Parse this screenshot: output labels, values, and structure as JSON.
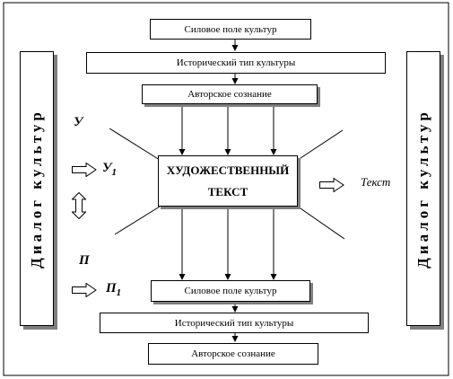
{
  "top": {
    "box1": "Силовое поле культур",
    "box2": "Исторический тип культуры",
    "box3": "Авторское сознание"
  },
  "bottom": {
    "box1": "Силовое поле культур",
    "box2": "Исторический тип культуры",
    "box3": "Авторское сознание"
  },
  "center": {
    "line1": "ХУДОЖЕСТВЕННЫЙ",
    "line2": "ТЕКСТ"
  },
  "left_panel": "Диалог культур",
  "right_panel": "Диалог культур",
  "labels": {
    "u": "У",
    "u1_main": "У",
    "u1_sub": "1",
    "p": "П",
    "p1_main": "П",
    "p1_sub": "1",
    "text": "Текст"
  }
}
